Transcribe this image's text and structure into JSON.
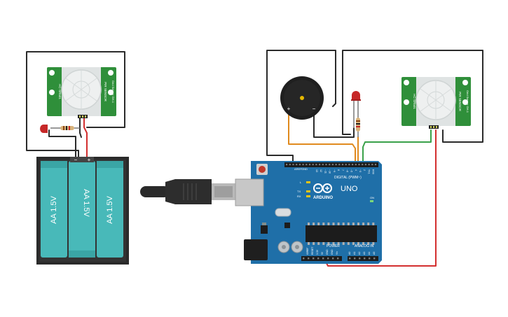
{
  "colors": {
    "background": "#ffffff",
    "wire_black": "#2b2b2b",
    "wire_red": "#d32f2f",
    "wire_green": "#3aa14a",
    "wire_orange": "#e08a1e",
    "pcb_green": "#2f8f3a",
    "arduino_blue": "#1f6fa8",
    "battery_case": "#2a2a2a",
    "battery_cell": "#48b9b9",
    "led_red": "#c62828"
  },
  "battery_pack": {
    "cells": [
      {
        "label": "AA 1.5V"
      },
      {
        "label": "AA 1.5V"
      },
      {
        "label": "AA 1.5V"
      }
    ],
    "terminal_minus": "−",
    "terminal_plus": "+"
  },
  "pir_left": {
    "side_text": "Grid Sensor GH-1",
    "model_text": "PIR SENSOR",
    "pin_text": "HC-SR501",
    "icon": "pir-dome-icon"
  },
  "pir_right": {
    "side_text": "Grid Sensor GH-1",
    "model_text": "PIR SENSOR",
    "pin_text": "HC-SR501",
    "icon": "pir-dome-icon"
  },
  "buzzer": {
    "plus": "+",
    "minus": "−"
  },
  "arduino": {
    "model": "UNO",
    "brand": "ARDUINO",
    "digital_label": "DIGITAL (PWM~)",
    "power_label": "POWER",
    "analog_label": "ANALOG IN",
    "tx_label": "TX",
    "rx_label": "RX",
    "l_label": "L",
    "on_label": "ON",
    "aref_label": "AREF",
    "gnd_label": "GND",
    "digital_pins": [
      "13",
      "12",
      "~11",
      "~10",
      "~9",
      "8",
      "7",
      "~6",
      "~5",
      "4",
      "~3",
      "2",
      "TX1",
      "RX0"
    ],
    "power_pins": [
      "IOREF",
      "RESET",
      "3.3V",
      "5V",
      "GND",
      "GND",
      "Vin"
    ],
    "analog_pins": [
      "A0",
      "A1",
      "A2",
      "A3",
      "A4",
      "A5"
    ]
  }
}
